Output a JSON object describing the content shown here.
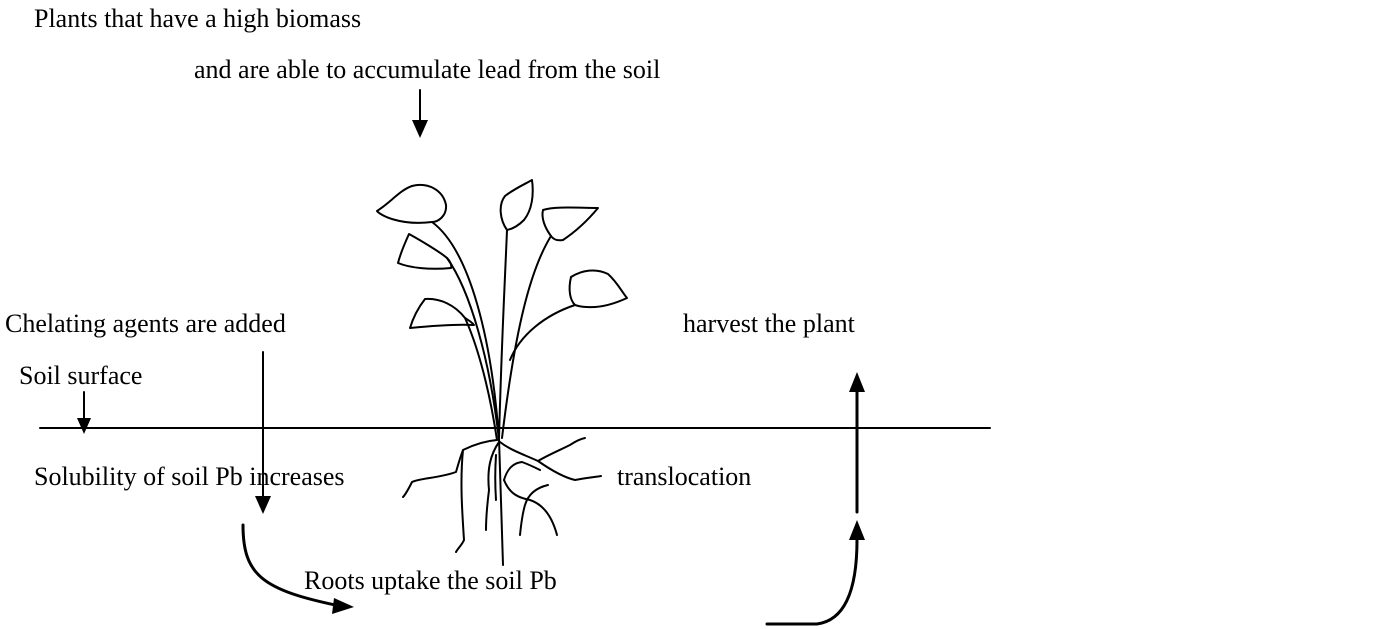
{
  "labels": {
    "plants_line1": "Plants that have a high biomass",
    "plants_line2": "and are able to accumulate lead from the soil",
    "chelating": "Chelating agents are added",
    "soil_surface": "Soil surface",
    "solubility": "Solubility of soil Pb increases",
    "roots_uptake": "Roots uptake the soil Pb",
    "translocation": "translocation",
    "harvest": "harvest the plant"
  },
  "colors": {
    "ink": "#000000",
    "background": "#ffffff"
  }
}
